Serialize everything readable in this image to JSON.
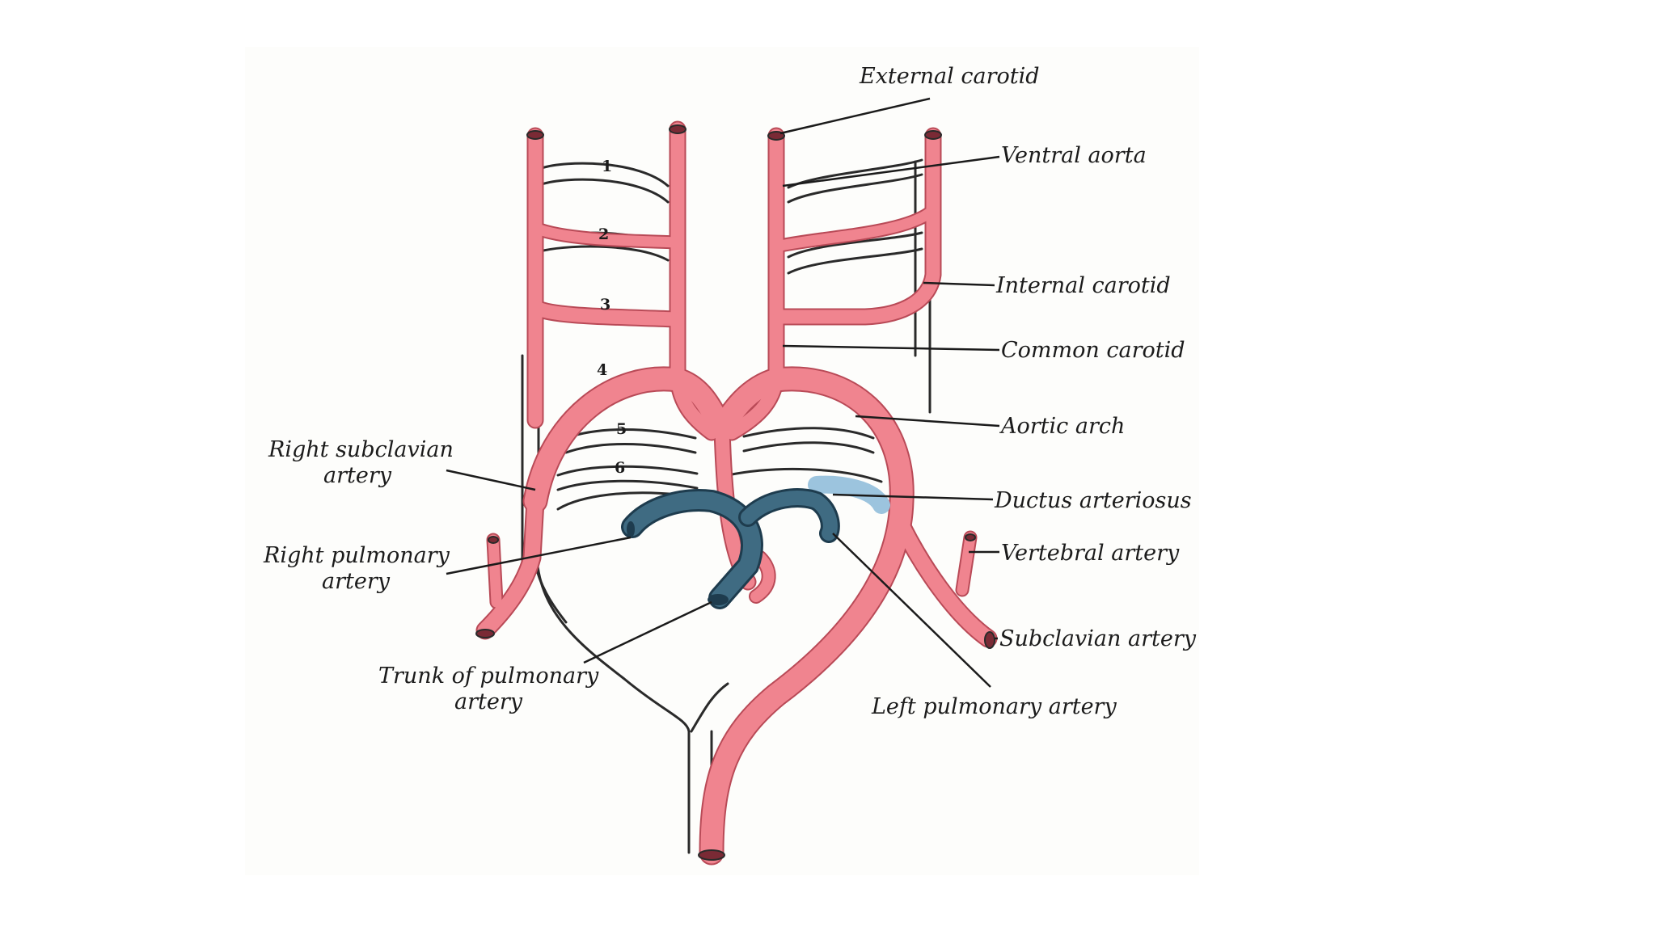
{
  "diagram": {
    "colors": {
      "artery": "#f0848f",
      "artery_edge": "#b94a57",
      "pulmonary": "#3f6b82",
      "pulmonary_edge": "#1e3c4e",
      "ductus": "#9cc4de",
      "outline": "#2a2a2a"
    },
    "arch_numbers": [
      "1",
      "2",
      "3",
      "4",
      "5",
      "6"
    ],
    "labels": {
      "external_carotid": "External carotid",
      "ventral_aorta": "Ventral aorta",
      "internal_carotid": "Internal carotid",
      "common_carotid": "Common carotid",
      "aortic_arch": "Aortic arch",
      "ductus_arteriosus": "Ductus arteriosus",
      "vertebral_artery": "Vertebral artery",
      "subclavian_artery": "Subclavian artery",
      "left_pulmonary_artery": "Left pulmonary artery",
      "right_subclavian_line1": "Right subclavian",
      "right_subclavian_line2": "artery",
      "right_pulmonary_line1": "Right pulmonary",
      "right_pulmonary_line2": "artery",
      "trunk_pulmonary_line1": "Trunk of pulmonary",
      "trunk_pulmonary_line2": "artery"
    }
  }
}
